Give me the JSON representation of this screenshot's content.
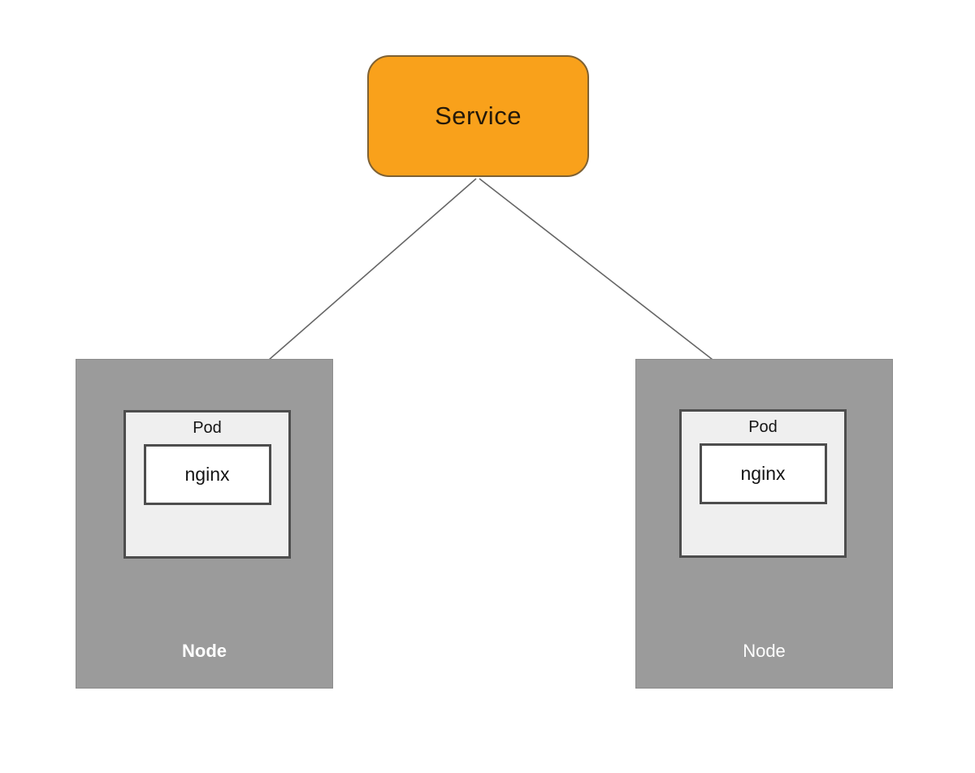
{
  "diagram": {
    "service": {
      "label": "Service"
    },
    "nodes": [
      {
        "label": "Node",
        "pod": {
          "label": "Pod",
          "container": {
            "label": "nginx"
          }
        }
      },
      {
        "label": "Node",
        "pod": {
          "label": "Pod",
          "container": {
            "label": "nginx"
          }
        }
      }
    ],
    "arrows": [
      {
        "name": "service-to-left-pod"
      },
      {
        "name": "service-to-right-pod"
      }
    ]
  },
  "colors": {
    "background": "#FFFFFF",
    "service_fill": "#F9A11B",
    "service_border": "#7E6133",
    "service_text": "#24190A",
    "node_fill": "#9B9B9B",
    "node_border": "#8C8C8C",
    "node_text": "#FFFFFF",
    "pod_fill": "#EFEFEF",
    "box_border": "#4D4D4D",
    "container_fill": "#FFFFFF",
    "text_dark": "#141414",
    "arrow": "#666666"
  }
}
